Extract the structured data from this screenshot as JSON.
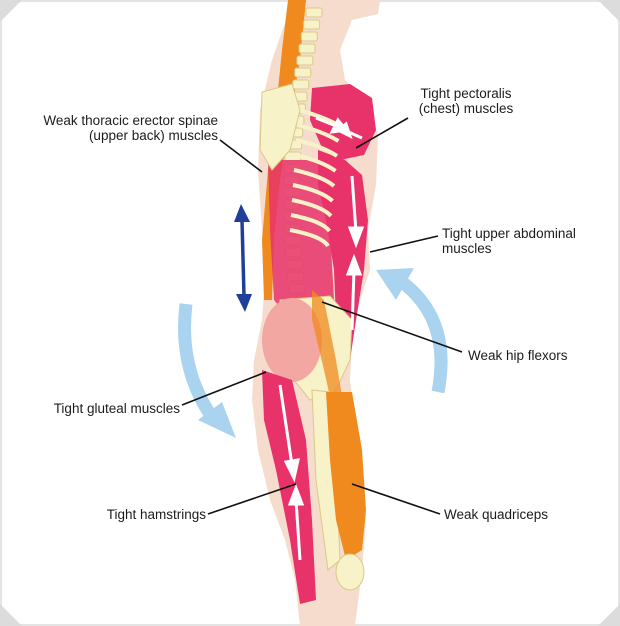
{
  "labels": {
    "thoracic": [
      "Weak thoracic erector spinae",
      "(upper back) muscles"
    ],
    "pectoralis": [
      "Tight pectoralis",
      "(chest) muscles"
    ],
    "abdominal": [
      "Tight upper abdominal",
      "muscles"
    ],
    "hip_flexors": "Weak hip flexors",
    "gluteal": "Tight gluteal muscles",
    "hamstrings": "Tight hamstrings",
    "quadriceps": "Weak quadriceps"
  },
  "colors": {
    "tight_muscle": "#e8336a",
    "weak_muscle": "#f08a1e",
    "bone": "#f7f2c8",
    "skin": "#f6dccd",
    "rotation_arrow": "#a9d3ef",
    "extension_arrow": "#1f3f9a"
  }
}
